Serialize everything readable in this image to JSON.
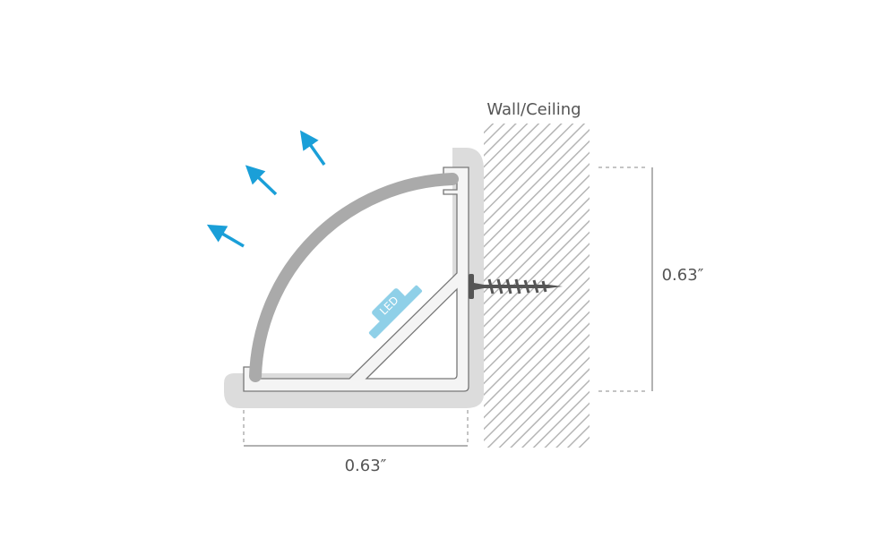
{
  "labels": {
    "wall": "Wall/Ceiling",
    "width_dim": "0.63″",
    "height_dim": "0.63″",
    "led": "LED"
  },
  "colors": {
    "arrow": "#1a9fd8",
    "led": "#8fd0e8",
    "diffuser": "#aaaaaa",
    "shadow": "#dcdcdc",
    "outline": "#777777",
    "screw": "#555555",
    "hatch": "#b5b5b5"
  },
  "icons": [
    "light-direction-arrow",
    "screw-icon"
  ]
}
